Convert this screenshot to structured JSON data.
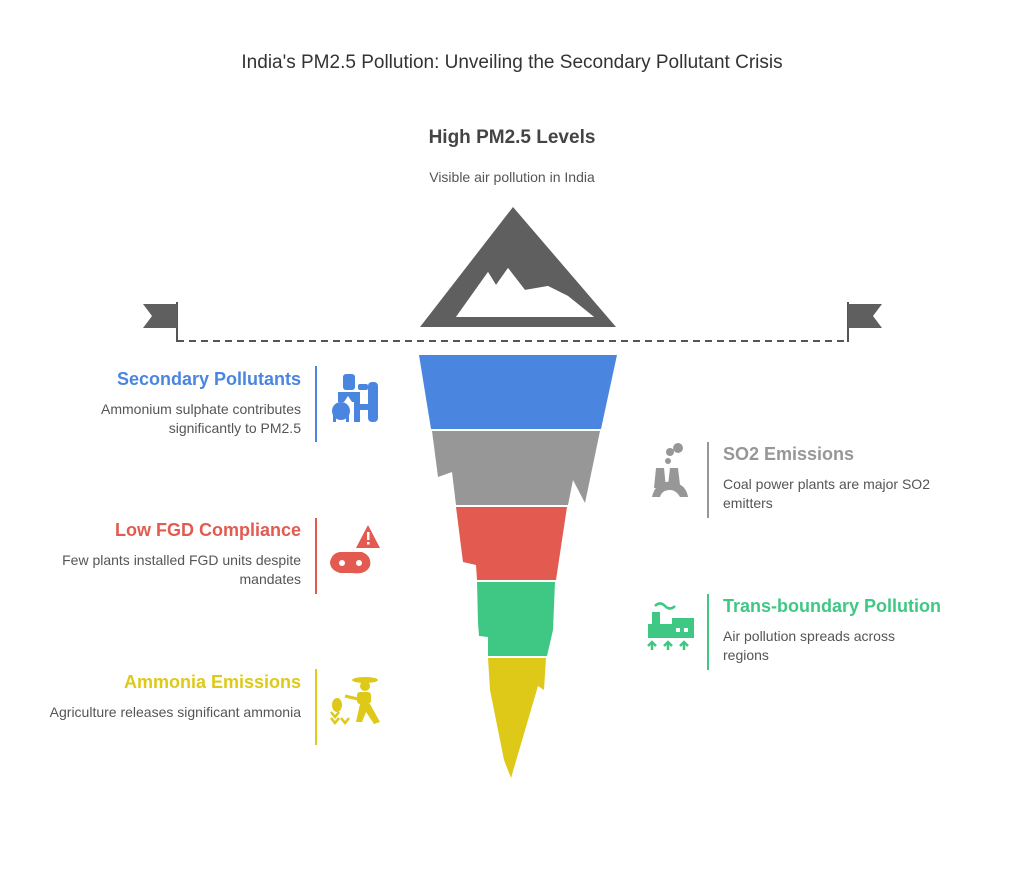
{
  "title": "India's PM2.5 Pollution: Unveiling the Secondary Pollutant Crisis",
  "top": {
    "heading": "High PM2.5 Levels",
    "description": "Visible air pollution in India"
  },
  "colors": {
    "blue": "#4a86e0",
    "gray": "#979797",
    "red": "#e35a50",
    "green": "#3ec884",
    "yellow": "#dfc918",
    "dark": "#5f5f5f"
  },
  "left_items": [
    {
      "heading": "Secondary Pollutants",
      "description": "Ammonium sulphate contributes significantly to PM2.5",
      "icon": "factory-icon"
    },
    {
      "heading": "Low FGD Compliance",
      "description": "Few plants installed FGD units despite mandates",
      "icon": "warning-conveyor-icon"
    },
    {
      "heading": "Ammonia Emissions",
      "description": "Agriculture releases significant ammonia",
      "icon": "farmer-icon"
    }
  ],
  "right_items": [
    {
      "heading": "SO2 Emissions",
      "description": "Coal power plants are major SO2 emitters",
      "icon": "power-plant-icon"
    },
    {
      "heading": "Trans-boundary Pollution",
      "description": "Air pollution spreads across regions",
      "icon": "industry-spread-icon"
    }
  ]
}
